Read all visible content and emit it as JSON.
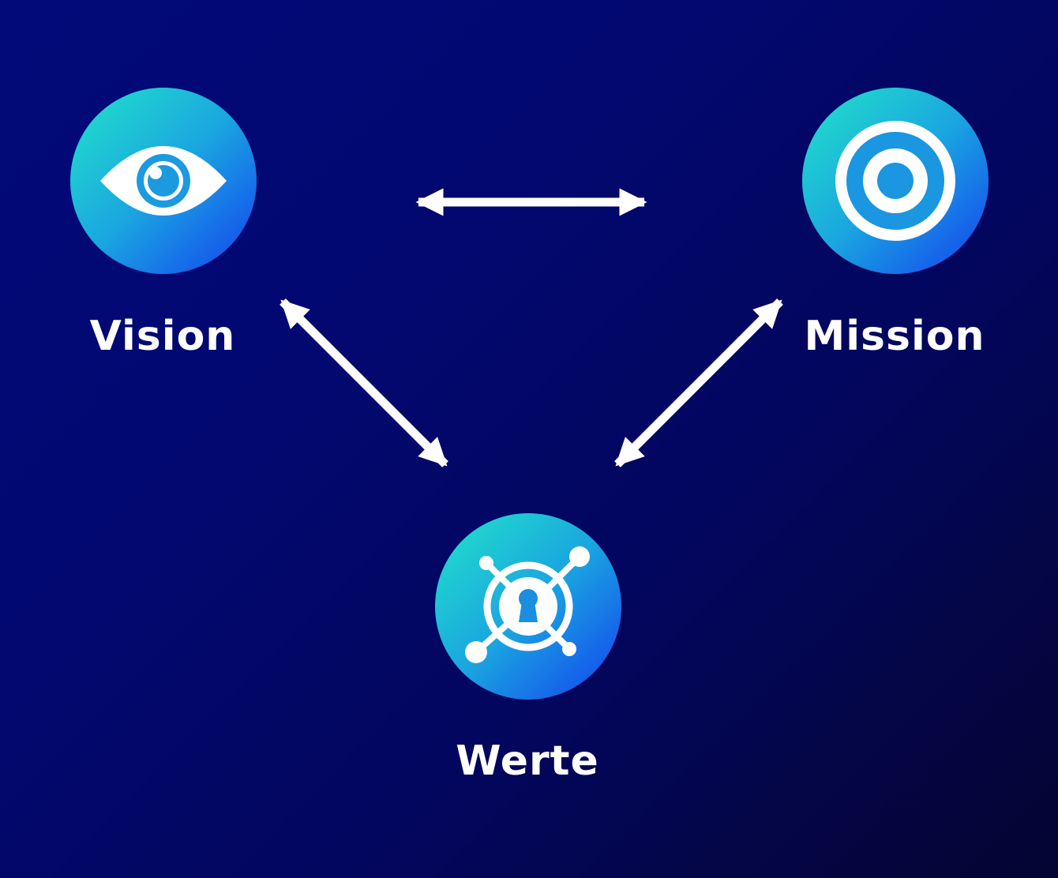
{
  "nodes": {
    "vision": {
      "label": "Vision",
      "icon": "eye-icon"
    },
    "mission": {
      "label": "Mission",
      "icon": "target-icon"
    },
    "werte": {
      "label": "Werte",
      "icon": "keyhole-network-icon"
    }
  },
  "connections": [
    {
      "from": "Vision",
      "to": "Mission",
      "type": "bidirectional"
    },
    {
      "from": "Vision",
      "to": "Werte",
      "type": "bidirectional"
    },
    {
      "from": "Mission",
      "to": "Werte",
      "type": "bidirectional"
    }
  ],
  "colors": {
    "background_top": "#020a7a",
    "background_bottom": "#040531",
    "circle_gradient_start": "#22e3c8",
    "circle_gradient_end": "#1440f0",
    "text": "#ffffff",
    "arrow": "#ffffff"
  }
}
